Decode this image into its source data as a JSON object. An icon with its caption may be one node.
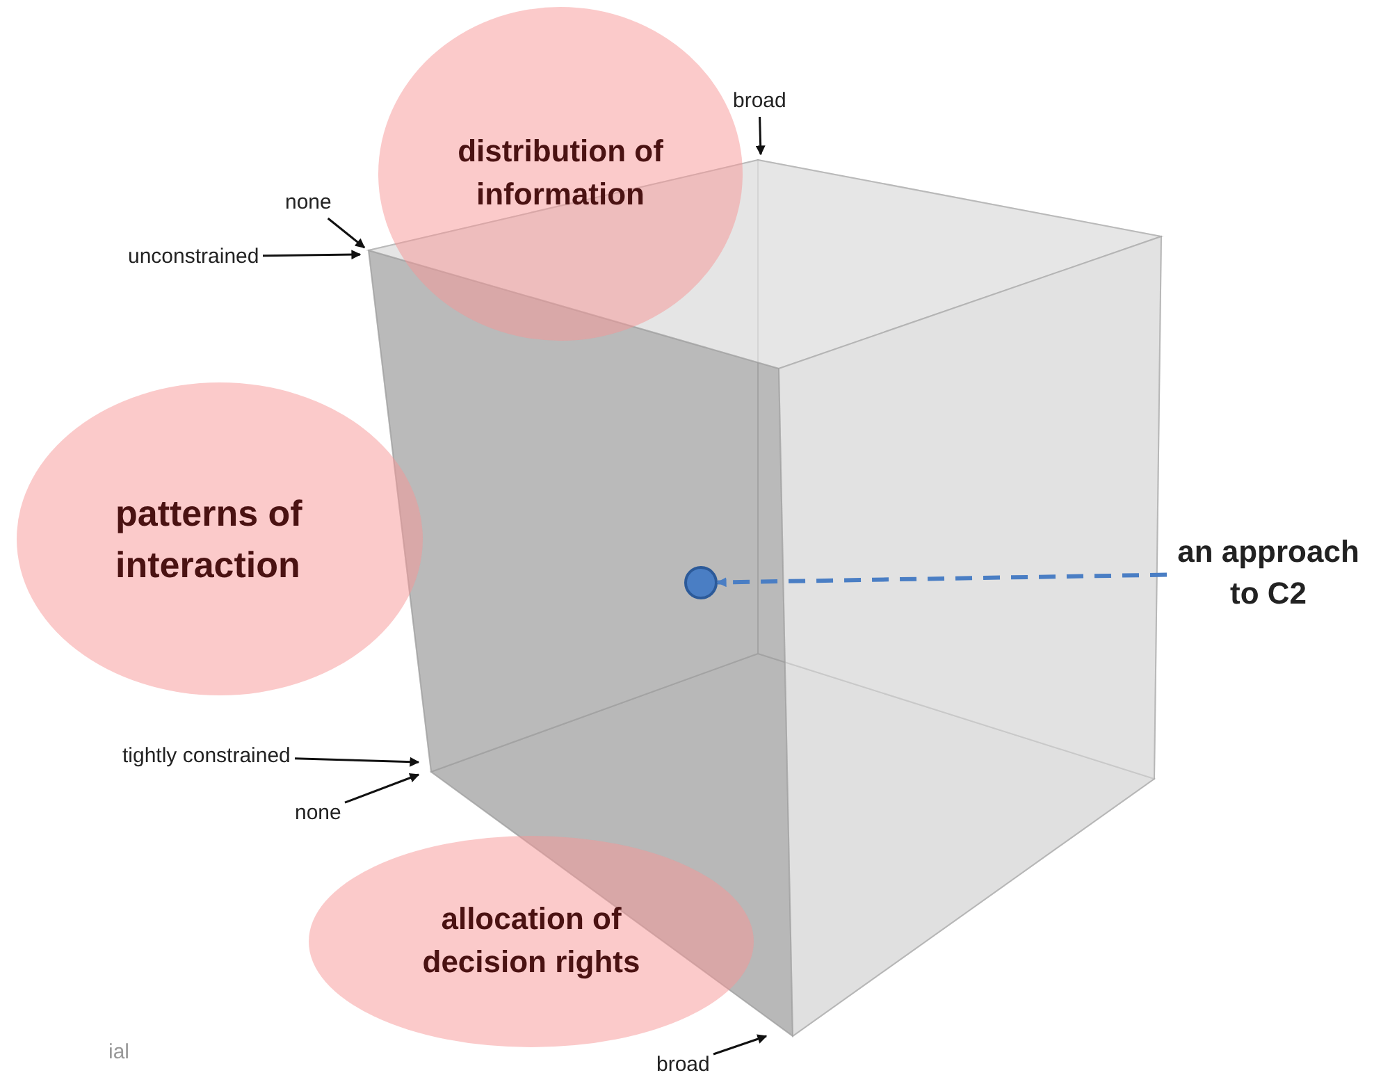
{
  "diagram": {
    "nodes": [
      {
        "text": [
          "distribution of information"
        ]
      },
      {
        "text": [
          "patterns of interaction"
        ]
      },
      {
        "text": [
          "allocation of decision rights"
        ]
      },
      {
        "text": [
          "an approach to C2"
        ]
      },
      {
        "text": [],
        "shape": "circle",
        "in": 11
      },
      {
        "text": [
          "broad"
        ]
      },
      {
        "text": [
          "none"
        ]
      },
      {
        "text": [
          "unconstrained"
        ]
      },
      {
        "text": [
          "tightly constrained"
        ]
      },
      {
        "text": [
          "none"
        ]
      },
      {
        "text": [
          "broad"
        ]
      },
      {
        "text": [],
        "shape": "picture"
      }
    ],
    "edges": [
      {
        "from": 3,
        "to": 4,
        "arrow": "to",
        "style": "dashed",
        "color": "#4a7ec4"
      },
      {
        "from": 5,
        "to": 11,
        "arrow": "to"
      },
      {
        "from": 6,
        "to": 11,
        "arrow": "to"
      },
      {
        "from": 7,
        "to": 11,
        "arrow": "to"
      },
      {
        "from": 8,
        "to": 11,
        "arrow": "to"
      },
      {
        "from": 9,
        "to": 11,
        "arrow": "to"
      },
      {
        "from": 10,
        "to": 11,
        "arrow": "to"
      }
    ],
    "labels": [
      "ial"
    ]
  }
}
